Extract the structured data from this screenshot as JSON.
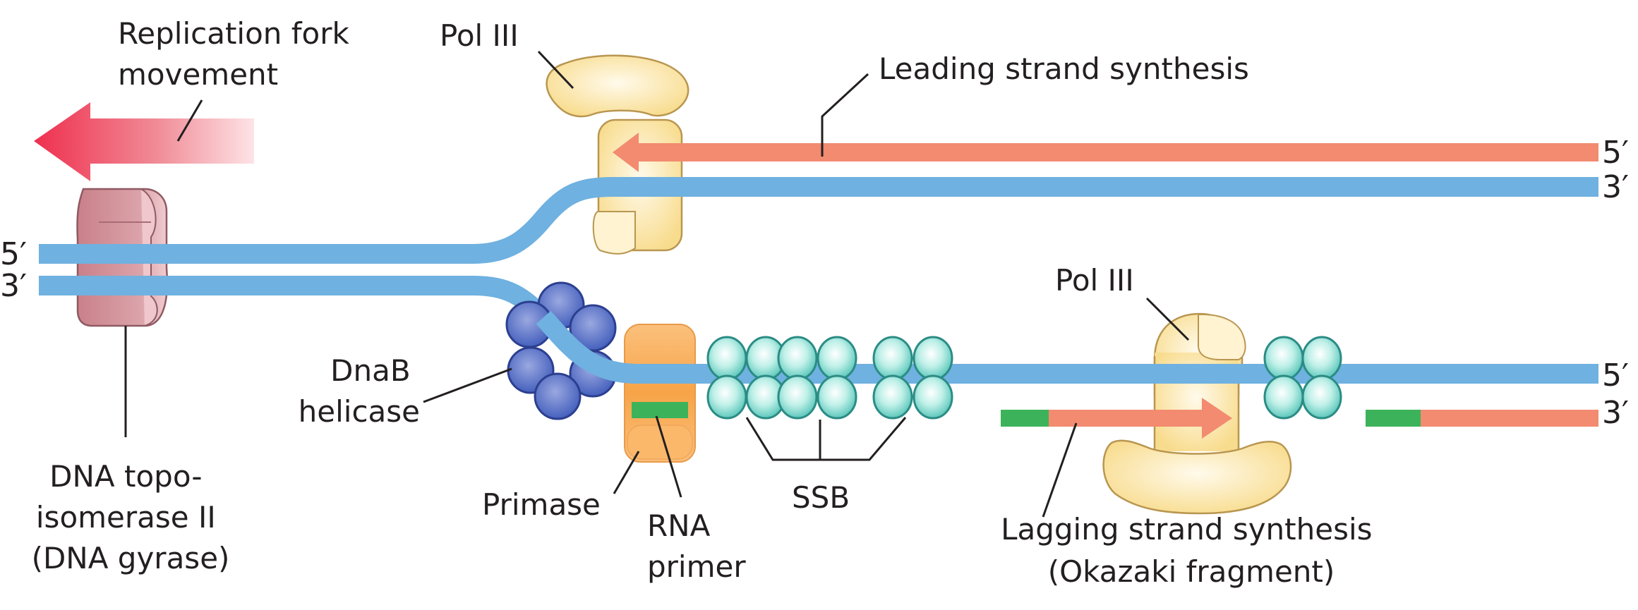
{
  "title": "DNA replication fork",
  "colors": {
    "template_strand": "#6fb1e0",
    "new_dna": "#f28b70",
    "rna_primer": "#3cb35a",
    "pol3": "#fbe3a0",
    "pol3_edge": "#c9a765",
    "helicase": "#4a66c0",
    "helicase_edge": "#2c3f8f",
    "ssb": "#9fe3d8",
    "ssb_edge": "#2b8c85",
    "primase": "#f9b060",
    "topoisomerase": "#cf8e96",
    "fork_arrow": "#ef3a55"
  },
  "labels": {
    "fork_movement": [
      "Replication fork",
      "movement"
    ],
    "pol3_leading": "Pol III",
    "leading_synthesis": "Leading strand synthesis",
    "pol3_lagging": "Pol III",
    "helicase": [
      "DnaB",
      "helicase"
    ],
    "topoisomerase": [
      "DNA topo-",
      "isomerase II",
      "(DNA gyrase)"
    ],
    "primase": "Primase",
    "rna_primer": [
      "RNA",
      "primer"
    ],
    "ssb": "SSB",
    "lagging_synthesis": [
      "Lagging strand synthesis",
      "(Okazaki fragment)"
    ]
  },
  "strand_ends": {
    "left_top": "5′",
    "left_bottom": "3′",
    "right_leading": "5′",
    "right_template_top": "3′",
    "right_template_bottom": "5′",
    "right_lagging": "3′"
  }
}
